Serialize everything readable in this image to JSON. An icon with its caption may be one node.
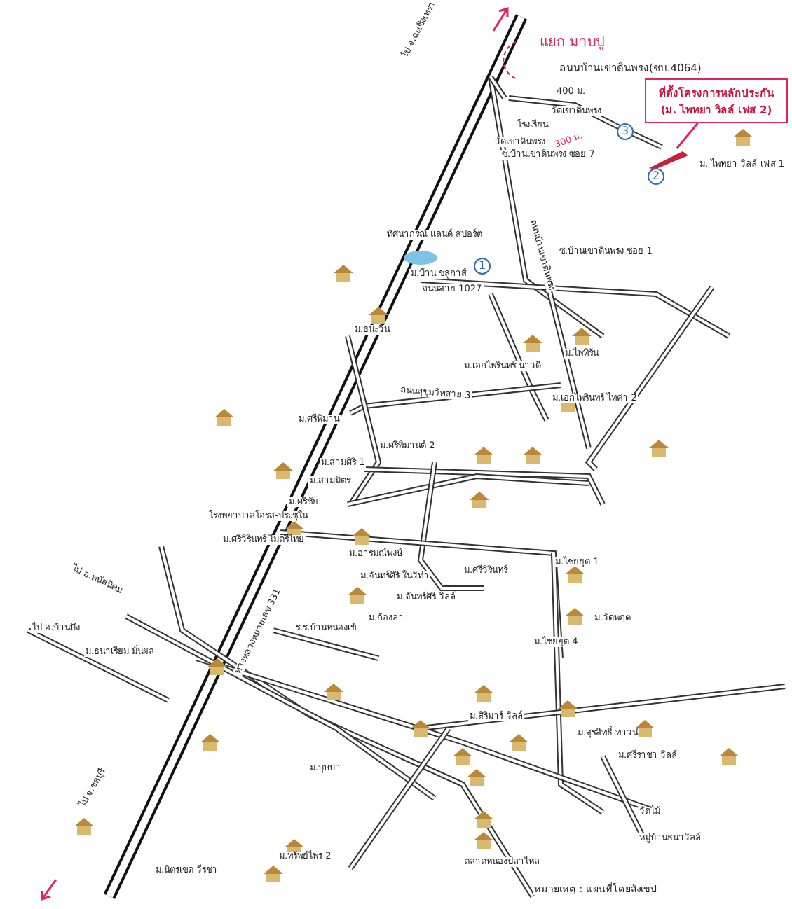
{
  "diagram": {
    "nodes": [
      {
        "text": [
          "ที่ตั้งโครงการหลักประกัน (ม. ไพทยา วิลล์ เฟส 2)"
        ]
      },
      {
        "text": [],
        "shape": "bar"
      },
      {
        "text": [
          "1"
        ]
      },
      {
        "text": [
          "2"
        ]
      },
      {
        "text": [
          "3"
        ]
      }
    ],
    "edges": [
      {
        "from": 0,
        "to": 1,
        "arrow": "none",
        "color": "#e0245e"
      }
    ],
    "labels": [
      "ไป จ.ฉะเชิงเทรา",
      "แยก มาบปู",
      "ถนนบ้านเขาดินพรง(ชบ.4064)",
      "400 ม.",
      "วัดเขาดินพรง",
      "โรงเรียน",
      "300 ม.",
      "วัดเขาดินพรง",
      "ซ.บ้านเขาดินพรง ซอย 7",
      "ม. ไพทยา วิลล์ เฟส 1",
      "ถนนบ้านเขาดินพรง",
      "ทัศนากรณ์ แลนด์ สปอร์ต",
      "ซ.บ้านเขาดินพรง ซอย 1",
      "ม.บ้าน ชลูกาส์",
      "ถนนสาย 1027",
      "ม.ธนะวีน",
      "ม.ไพทิรัน",
      "ม.เอกไพรินทร์ นาวดี",
      "ม.เอกไพรินทร์ ไทค่า 2",
      "ถนนสุขุมวิทสาย 3",
      "ม.ศรีพิมาน",
      "ม.ศรีพิมานต์ 2",
      "ม.สามศิริ 1",
      "ม.สามมิตร",
      "ม.ศรีชัย",
      "ทางหลวงหมายเลข 331",
      "โรงพยาบาลโอรส-ประชุใน",
      "ม.ศรีวิรินทร์ ไมตรีไทย",
      "ม.อารมณ์พงษ์",
      "ม.จันทร์ศิริ ในวิท่า",
      "ม.ศรีวิรินทร์",
      "ม.จันทร์ศิริ วิลล์",
      "ม.ก้องลา",
      "ม.ไชยยุต 1",
      "ม.วัดพฤต",
      "ม.ไชยยุต 4",
      "ร.ร.บ้านหนองเข้",
      "ไป อ.พนัสนิคม",
      "ม.ธนาเรียม มั่นผล",
      "ไป จ.ชลบุรี",
      "ม.ทรัพย์ไพร 2",
      "ม.นิตรเขต วีรชา",
      "ม.บุษบา",
      "ม.สิริมาร์ วิลล์",
      "ม.สุรสิทธิ์ ทาวน์",
      "ม.ศรีราชา วิลล์",
      "วัดไม้",
      "หมู่บ้านธนาวิลล์",
      "ตลาดหนองปลาไหล",
      "ไป อ.บ้านบึง"
    ],
    "caption": "หมายเหตุ : แผนที่โดยสังเขป"
  }
}
